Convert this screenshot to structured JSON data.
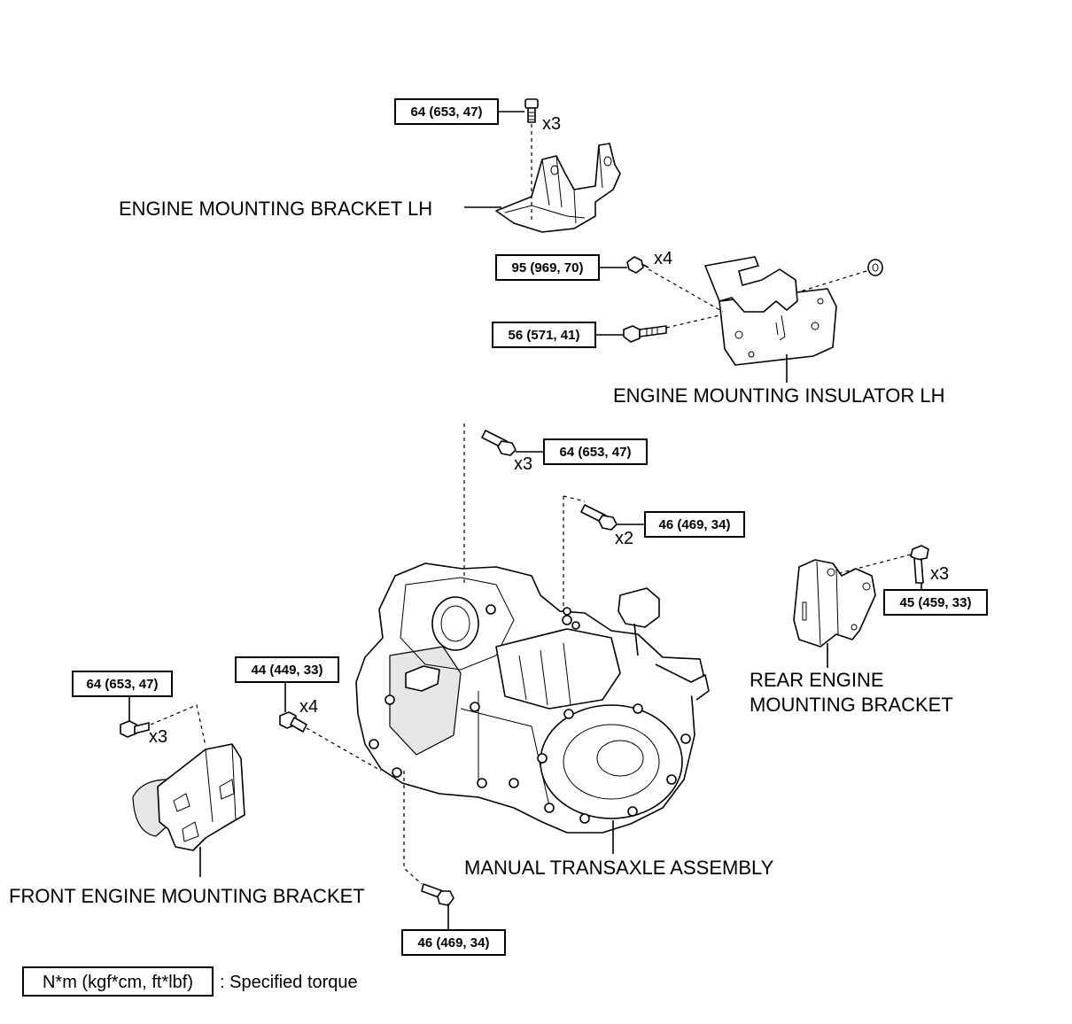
{
  "labels": {
    "bracket_lh": "ENGINE MOUNTING BRACKET LH",
    "insulator_lh": "ENGINE MOUNTING INSULATOR LH",
    "rear_bracket_line1": "REAR ENGINE",
    "rear_bracket_line2": "MOUNTING BRACKET",
    "transaxle": "MANUAL TRANSAXLE ASSEMBLY",
    "front_bracket": "FRONT ENGINE MOUNTING BRACKET"
  },
  "torques": {
    "t1": "64 (653, 47)",
    "t2": "95 (969, 70)",
    "t3": "56 (571, 41)",
    "t4": "64 (653, 47)",
    "t5": "46 (469, 34)",
    "t6": "45 (459, 33)",
    "t7": "44 (449, 33)",
    "t8": "64 (653, 47)",
    "t9": "46 (469, 34)"
  },
  "quantities": {
    "q1": "x3",
    "q2": "x4",
    "q4": "x3",
    "q5": "x2",
    "q6": "x3",
    "q7": "x4",
    "q8": "x3"
  },
  "legend": {
    "unit": "N*m (kgf*cm, ft*lbf)",
    "description": ": Specified torque"
  }
}
